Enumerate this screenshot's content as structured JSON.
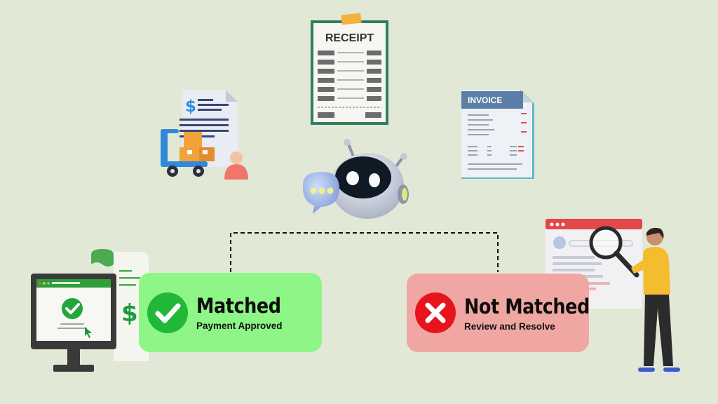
{
  "receipt": {
    "title": "RECEIPT"
  },
  "invoice": {
    "title": "INVOICE"
  },
  "shipping_doc": {
    "currency_symbol": "$"
  },
  "monitor": {
    "currency_symbol": "$"
  },
  "results": {
    "matched": {
      "title": "Matched",
      "subtitle": "Payment Approved",
      "icon": "check-circle-icon",
      "accent": "#21b838"
    },
    "not_matched": {
      "title": "Not Matched",
      "subtitle": "Review and Resolve",
      "icon": "x-circle-icon",
      "accent": "#e7141c"
    }
  },
  "colors": {
    "background": "#e2e8d6",
    "matched_card": "#8ef587",
    "not_matched_card": "#f0a7a3",
    "receipt_frame": "#2f7f5e",
    "invoice_accent": "#5b7fa7"
  }
}
